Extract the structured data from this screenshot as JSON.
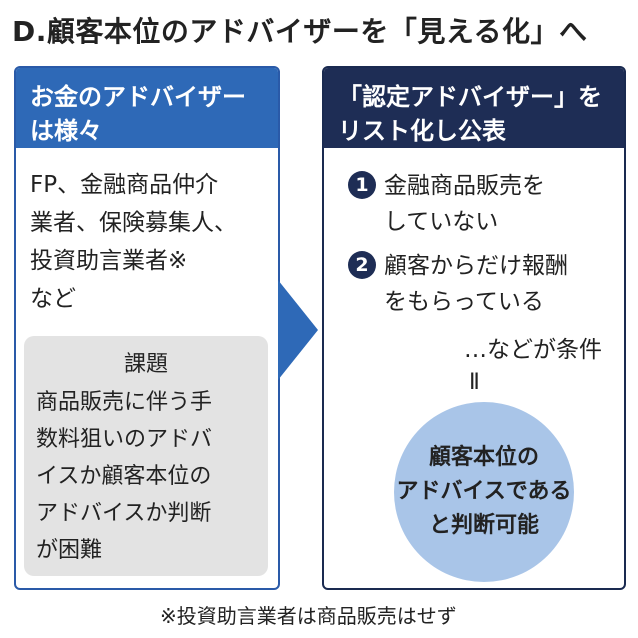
{
  "title": "D.顧客本位のアドバイザーを「見える化」へ",
  "left": {
    "header_lines": [
      "お金のアドバイザー",
      "は様々"
    ],
    "intro_lines": [
      "FP、金融商品仲介",
      "業者、保険募集人、",
      "投資助言業者※",
      "など"
    ],
    "issue": {
      "title": "課題",
      "lines": [
        "商品販売に伴う手",
        "数料狙いのアドバ",
        "イスか顧客本位の",
        "アドバイスか判断",
        "が困難"
      ]
    }
  },
  "right": {
    "header_lines": [
      "「認定アドバイザー」を",
      "リスト化し公表"
    ],
    "conditions": [
      {
        "num": "1",
        "lines": [
          "金融商品販売を",
          "していない"
        ]
      },
      {
        "num": "2",
        "lines": [
          "顧客からだけ報酬",
          "をもらっている"
        ]
      }
    ],
    "etc": "…などが条件",
    "equals": "Ⅱ",
    "result_lines": [
      "顧客本位の",
      "アドバイスである",
      "と判断可能"
    ]
  },
  "footnote": "※投資助言業者は商品販売はせず",
  "colors": {
    "left_header": "#2e69b7",
    "right_header": "#1e2d55",
    "issue_bg": "#e3e3e3",
    "circle": "#a9c5e8",
    "arrow": "#2e69b7"
  }
}
